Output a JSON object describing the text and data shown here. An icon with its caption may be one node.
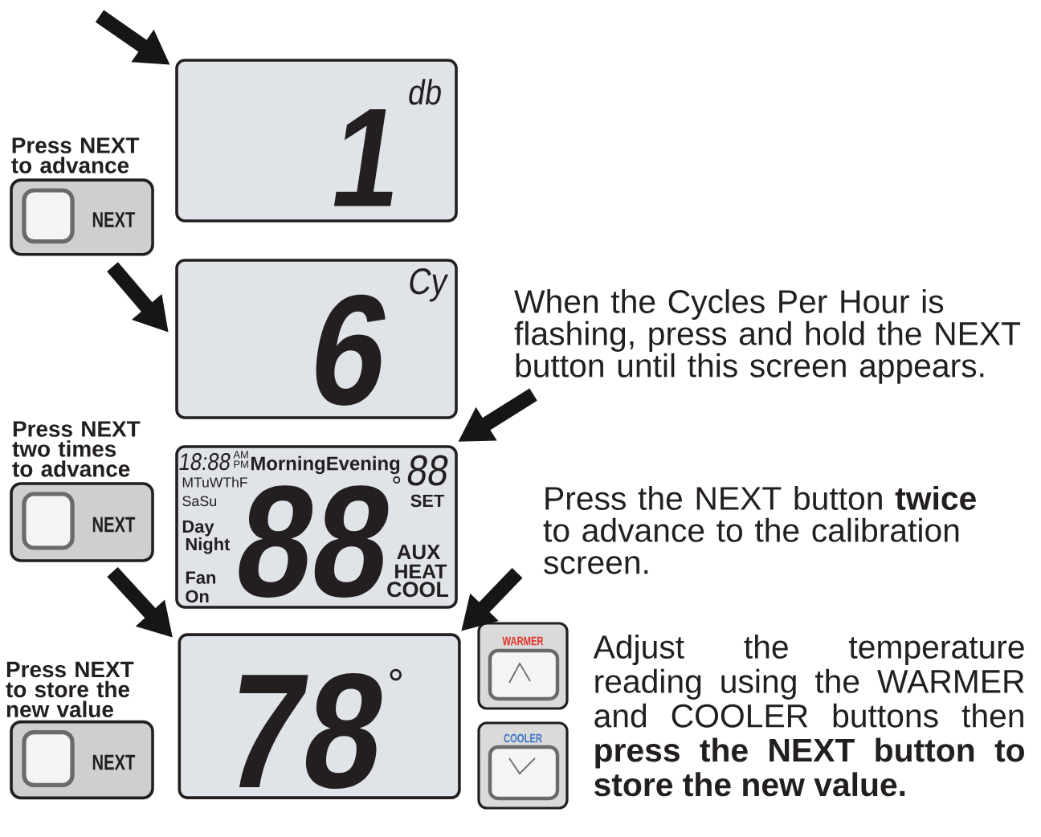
{
  "diagram": {
    "nodes": [
      {
        "text": [
          "1",
          "db"
        ]
      },
      {
        "text": [
          "Press NEXT to advance",
          "NEXT"
        ]
      },
      {
        "text": [
          "6",
          "Cy"
        ]
      },
      {
        "text": [
          "When the Cycles Per Hour is flashing, press and hold the NEXT button until this screen appears."
        ]
      },
      {
        "text": [
          "Press NEXT two times to advance",
          "NEXT"
        ]
      },
      {
        "text": [
          "18:88",
          "AM",
          "PM",
          "MorningEvening",
          "88",
          "MTuWThF",
          "SET",
          "SaSu",
          "Day",
          "Night",
          "88",
          "°",
          "AUX",
          "HEAT",
          "COOL",
          "Fan",
          "On"
        ]
      },
      {
        "text": [
          "Press the NEXT button **twice** to advance to the calibration screen."
        ]
      },
      {
        "text": [
          "Press NEXT to store the new value",
          "NEXT"
        ]
      },
      {
        "text": [
          "78",
          "°"
        ]
      },
      {
        "text": [
          "WARMER"
        ]
      },
      {
        "text": [
          "COOLER"
        ]
      },
      {
        "text": [
          "Adjust the temperature reading using the WARMER and COOLER buttons then **press the NEXT button to store the new value.**"
        ]
      }
    ],
    "edges": [
      {
        "from": null,
        "to": 0,
        "arrow": "to"
      },
      {
        "from": 1,
        "to": 2,
        "arrow": "to"
      },
      {
        "from": 3,
        "to": 5,
        "arrow": "to"
      },
      {
        "from": 4,
        "to": 8,
        "arrow": "to"
      },
      {
        "from": 6,
        "to": 8,
        "arrow": "to"
      }
    ]
  }
}
